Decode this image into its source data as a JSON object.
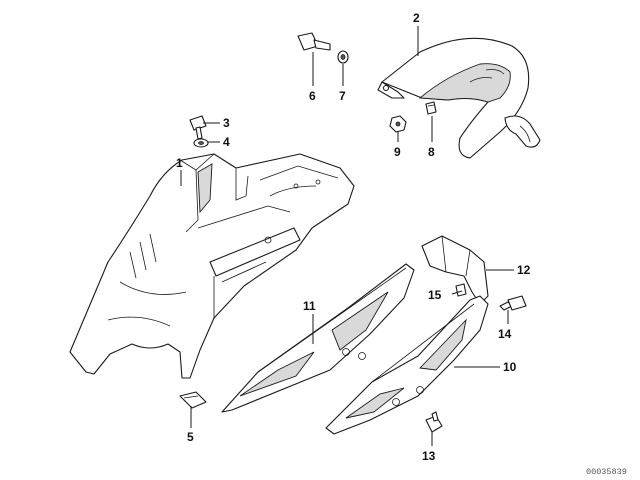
{
  "diagram": {
    "callouts": [
      {
        "id": "c1",
        "label": "1"
      },
      {
        "id": "c2",
        "label": "2"
      },
      {
        "id": "c3",
        "label": "3"
      },
      {
        "id": "c4",
        "label": "4"
      },
      {
        "id": "c5",
        "label": "5"
      },
      {
        "id": "c6",
        "label": "6"
      },
      {
        "id": "c7",
        "label": "7"
      },
      {
        "id": "c8",
        "label": "8"
      },
      {
        "id": "c9",
        "label": "9"
      },
      {
        "id": "c10",
        "label": "10"
      },
      {
        "id": "c11",
        "label": "11"
      },
      {
        "id": "c12",
        "label": "12"
      },
      {
        "id": "c13",
        "label": "13"
      },
      {
        "id": "c14",
        "label": "14"
      },
      {
        "id": "c15",
        "label": "15"
      }
    ],
    "reference_code": "00035839"
  }
}
